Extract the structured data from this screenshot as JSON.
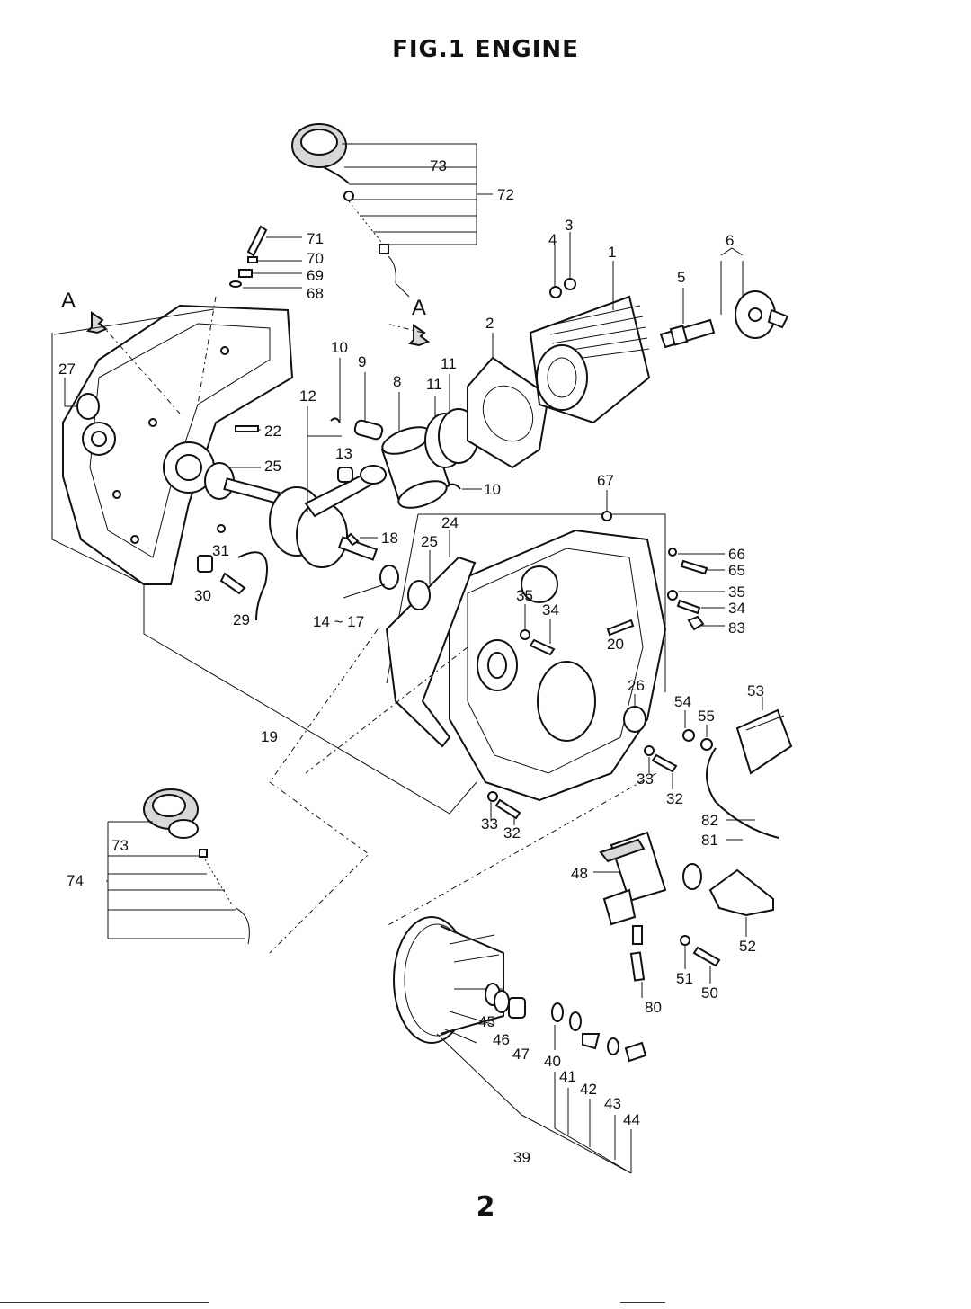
{
  "figure_title": "FIG.1  ENGINE",
  "page_number": "2",
  "view_markers": [
    "A",
    "A"
  ],
  "callouts": {
    "c1": "1",
    "c2": "2",
    "c3": "3",
    "c4": "4",
    "c5": "5",
    "c6": "6",
    "c8": "8",
    "c9": "9",
    "c10a": "10",
    "c10b": "10",
    "c11a": "11",
    "c11b": "11",
    "c12": "12",
    "c13": "13",
    "c14": "14 ~ 17",
    "c18": "18",
    "c19": "19",
    "c20": "20",
    "c22": "22",
    "c24": "24",
    "c25a": "25",
    "c25b": "25",
    "c26": "26",
    "c27": "27",
    "c29": "29",
    "c30": "30",
    "c31": "31",
    "c32a": "32",
    "c32b": "32",
    "c33a": "33",
    "c33b": "33",
    "c34a": "34",
    "c34b": "34",
    "c35a": "35",
    "c35b": "35",
    "c39": "39",
    "c40": "40",
    "c41": "41",
    "c42": "42",
    "c43": "43",
    "c44": "44",
    "c45": "45",
    "c46": "46",
    "c47": "47",
    "c48": "48",
    "c50": "50",
    "c51": "51",
    "c52": "52",
    "c53": "53",
    "c54": "54",
    "c55": "55",
    "c65": "65",
    "c66": "66",
    "c67": "67",
    "c68": "68",
    "c69": "69",
    "c70": "70",
    "c71": "71",
    "c72": "72",
    "c73a": "73",
    "c73b": "73",
    "c74": "74",
    "c80": "80",
    "c81": "81",
    "c82": "82",
    "c83": "83"
  }
}
